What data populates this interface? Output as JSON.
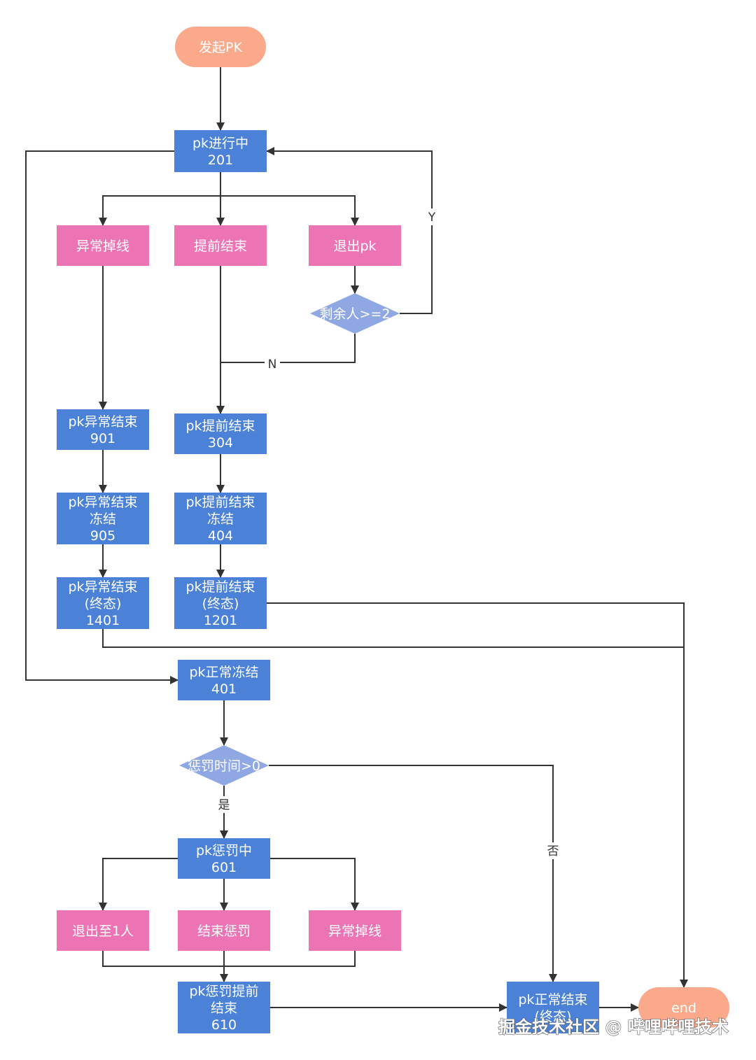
{
  "colors": {
    "terminal": "#FBA98B",
    "state": "#4B82D8",
    "event": "#EC74B5",
    "decision": "#8FA8E4",
    "edge": "#333333"
  },
  "nodes": {
    "start": {
      "lines": [
        "发起PK"
      ]
    },
    "n201": {
      "lines": [
        "pk进行中",
        "201"
      ]
    },
    "e_drop1": {
      "lines": [
        "异常掉线"
      ]
    },
    "e_early": {
      "lines": [
        "提前结束"
      ]
    },
    "e_quit": {
      "lines": [
        "退出pk"
      ]
    },
    "d_remain": {
      "lines": [
        "剩余人>=2"
      ]
    },
    "n901": {
      "lines": [
        "pk异常结束",
        "901"
      ]
    },
    "n304": {
      "lines": [
        "pk提前结束",
        "304"
      ]
    },
    "n905": {
      "lines": [
        "pk异常结束",
        "冻结",
        "905"
      ]
    },
    "n404": {
      "lines": [
        "pk提前结束",
        "冻结",
        "404"
      ]
    },
    "n1401": {
      "lines": [
        "pk异常结束",
        "(终态)",
        "1401"
      ]
    },
    "n1201": {
      "lines": [
        "pk提前结束",
        "(终态)",
        "1201"
      ]
    },
    "n401": {
      "lines": [
        "pk正常冻结",
        "401"
      ]
    },
    "d_penalty": {
      "lines": [
        "惩罚时间>0"
      ]
    },
    "n601": {
      "lines": [
        "pk惩罚中",
        "601"
      ]
    },
    "e_quit1": {
      "lines": [
        "退出至1人"
      ]
    },
    "e_endpen": {
      "lines": [
        "结束惩罚"
      ]
    },
    "e_drop2": {
      "lines": [
        "异常掉线"
      ]
    },
    "n610": {
      "lines": [
        "pk惩罚提前",
        "结束",
        "610"
      ]
    },
    "nfinal": {
      "lines": [
        "pk正常结束",
        "(终态)"
      ]
    },
    "end": {
      "lines": [
        "end"
      ]
    }
  },
  "edge_labels": {
    "yes_remain": "Y",
    "no_remain": "N",
    "yes_penalty": "是",
    "no_penalty": "否"
  },
  "watermark": "掘金技术社区 @ 哔哩哔哩技术"
}
